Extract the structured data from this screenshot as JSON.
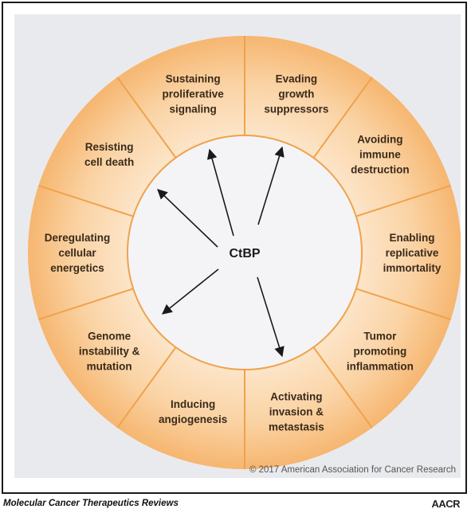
{
  "diagram": {
    "center_label": "CtBP",
    "segments": [
      [
        "Sustaining",
        "proliferative",
        "signaling"
      ],
      [
        "Evading",
        "growth",
        "suppressors"
      ],
      [
        "Avoiding",
        "immune",
        "destruction"
      ],
      [
        "Enabling",
        "replicative",
        "immortality"
      ],
      [
        "Tumor",
        "promoting",
        "inflammation"
      ],
      [
        "Activating",
        "invasion &",
        "metastasis"
      ],
      [
        "Inducing",
        "angiogenesis"
      ],
      [
        "Genome",
        "instability &",
        "mutation"
      ],
      [
        "Deregulating",
        "cellular",
        "energetics"
      ],
      [
        "Resisting",
        "cell death"
      ]
    ],
    "colors": {
      "ring_light": "#fde8cf",
      "ring_dark": "#f6b670",
      "divider": "#f0a24c",
      "inner_fill": "#f4f4f6",
      "arrow": "#1a1a1a"
    }
  },
  "footer": {
    "copyright": "© 2017 American Association for Cancer Research",
    "journal": "Molecular Cancer Therapeutics Reviews",
    "logo": "AACR"
  }
}
